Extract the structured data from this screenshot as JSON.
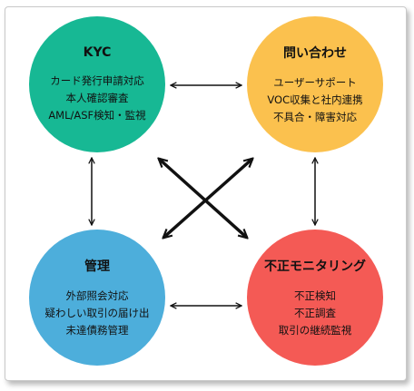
{
  "colors": {
    "kyc": "#17b894",
    "inquiry": "#fbc14e",
    "management": "#4daedb",
    "monitoring": "#f45a55",
    "arrow": "#111111"
  },
  "nodes": {
    "kyc": {
      "title": "KYC",
      "lines": [
        "カード発行申請対応",
        "本人確認審査",
        "AML/ASF検知・監視"
      ]
    },
    "inquiry": {
      "title": "問い合わせ",
      "lines": [
        "ユーザーサポート",
        "VOC収集と社内連携",
        "不具合・障害対応"
      ]
    },
    "management": {
      "title": "管理",
      "lines": [
        "外部照会対応",
        "疑わしい取引の届け出",
        "未達債務管理"
      ]
    },
    "monitoring": {
      "title": "不正モニタリング",
      "lines": [
        "不正検知",
        "不正調査",
        "取引の継続監視"
      ]
    }
  }
}
